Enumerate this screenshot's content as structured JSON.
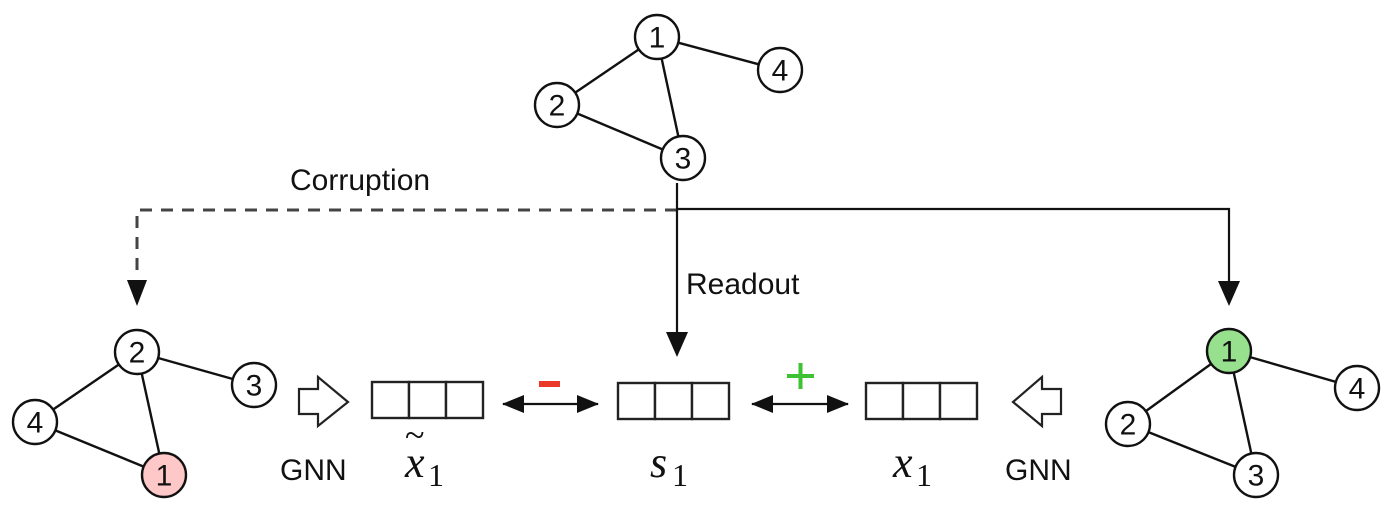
{
  "labels": {
    "corruption": "Corruption",
    "readout": "Readout",
    "gnn_left": "GNN",
    "gnn_right": "GNN",
    "negative_sign": "−",
    "positive_sign": "+"
  },
  "vectors": {
    "corrupted": {
      "symbol": "x",
      "subscript": "1",
      "accent": "~"
    },
    "summary": {
      "symbol": "s",
      "subscript": "1"
    },
    "original": {
      "symbol": "x",
      "subscript": "1"
    }
  },
  "vector_cells": 3,
  "colors": {
    "negative_node": "#FFC8C8",
    "positive_node": "#96E08E",
    "negative_sign": "#E8392B",
    "positive_sign": "#3CC232"
  },
  "graphs": {
    "top": {
      "name": "original-graph",
      "nodes": [
        {
          "id": "1",
          "highlight": null
        },
        {
          "id": "2",
          "highlight": null
        },
        {
          "id": "3",
          "highlight": null
        },
        {
          "id": "4",
          "highlight": null
        }
      ],
      "edges": [
        [
          "1",
          "2"
        ],
        [
          "1",
          "3"
        ],
        [
          "1",
          "4"
        ],
        [
          "2",
          "3"
        ]
      ]
    },
    "left": {
      "name": "corrupted-graph",
      "nodes": [
        {
          "id": "2",
          "highlight": null
        },
        {
          "id": "3",
          "highlight": null
        },
        {
          "id": "4",
          "highlight": null
        },
        {
          "id": "1",
          "highlight": "negative"
        }
      ],
      "edges": [
        [
          "2",
          "3"
        ],
        [
          "2",
          "4"
        ],
        [
          "2",
          "1"
        ],
        [
          "4",
          "1"
        ]
      ]
    },
    "right": {
      "name": "positive-graph",
      "nodes": [
        {
          "id": "1",
          "highlight": "positive"
        },
        {
          "id": "2",
          "highlight": null
        },
        {
          "id": "3",
          "highlight": null
        },
        {
          "id": "4",
          "highlight": null
        }
      ],
      "edges": [
        [
          "1",
          "2"
        ],
        [
          "1",
          "3"
        ],
        [
          "1",
          "4"
        ],
        [
          "2",
          "3"
        ]
      ]
    }
  }
}
